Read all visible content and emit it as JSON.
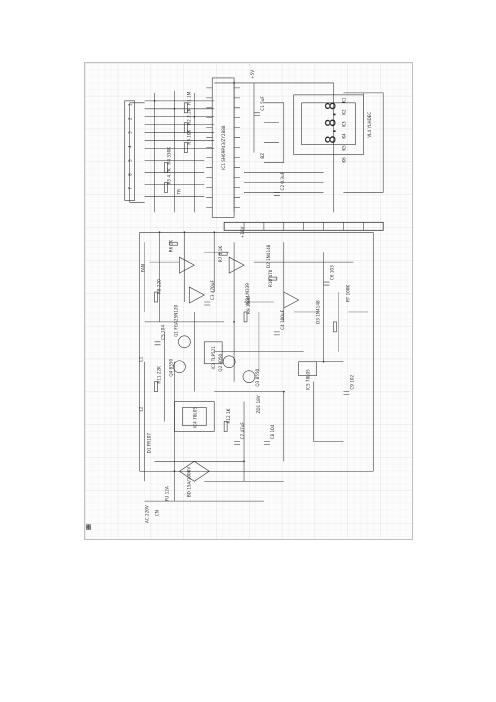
{
  "figure": {
    "label": "图"
  },
  "ic_labels": [
    {
      "id": "ic1",
      "text": "IC1 SH69P43/ZY2888"
    },
    {
      "id": "ic2",
      "text": "IC2 LM339"
    },
    {
      "id": "ic3",
      "text": "IC3 TLP521"
    },
    {
      "id": "ic4",
      "text": "IC4 78L05"
    },
    {
      "id": "ic5",
      "text": "IC5 78L05"
    }
  ],
  "display_label": "VL4 YLHDEC",
  "transistor_labels": [
    {
      "id": "q1",
      "text": "Q1 FGA25N120"
    },
    {
      "id": "q2",
      "text": "Q2 8050"
    },
    {
      "id": "q3",
      "text": "Q3 8550"
    },
    {
      "id": "q4",
      "text": "Q4 8550"
    }
  ],
  "component_labels": [
    {
      "id": "r1",
      "text": "R1 1M"
    },
    {
      "id": "r2",
      "text": "R2 2.2K"
    },
    {
      "id": "r3",
      "text": "R3 10K"
    },
    {
      "id": "r4",
      "text": "R4 330K"
    },
    {
      "id": "r5",
      "text": "R5 4.7K"
    },
    {
      "id": "r6",
      "text": "R6 1K"
    },
    {
      "id": "r7",
      "text": "R7 5.1K"
    },
    {
      "id": "r8",
      "text": "R8 220"
    },
    {
      "id": "r9",
      "text": "R9 100K"
    },
    {
      "id": "r10",
      "text": "R10 470"
    },
    {
      "id": "r11",
      "text": "R11 22K"
    },
    {
      "id": "r12",
      "text": "R12 1K"
    },
    {
      "id": "c1",
      "text": "C1 5uF"
    },
    {
      "id": "c2",
      "text": "C2 0.3uF"
    },
    {
      "id": "c3",
      "text": "C3 470uF"
    },
    {
      "id": "c4",
      "text": "C4 100uF"
    },
    {
      "id": "c5",
      "text": "C5 104"
    },
    {
      "id": "c6",
      "text": "C6 103"
    },
    {
      "id": "c7",
      "text": "C7 47uF"
    },
    {
      "id": "c8",
      "text": "C8 104"
    },
    {
      "id": "c9",
      "text": "C9 102"
    },
    {
      "id": "d1",
      "text": "D1 FR107"
    },
    {
      "id": "d2",
      "text": "D2 1N4148"
    },
    {
      "id": "d3",
      "text": "D3 1N4148"
    },
    {
      "id": "zd1",
      "text": "ZD1 18V"
    },
    {
      "id": "l1",
      "text": "L1"
    },
    {
      "id": "l2",
      "text": "L2"
    },
    {
      "id": "bd",
      "text": "BD 15A/1000V"
    },
    {
      "id": "fu",
      "text": "FU 12A"
    },
    {
      "id": "cn",
      "text": "CN"
    },
    {
      "id": "ac",
      "text": "AC 220V"
    },
    {
      "id": "rt",
      "text": "RT 100K"
    },
    {
      "id": "tr",
      "text": "TR"
    },
    {
      "id": "fan",
      "text": "FAN"
    },
    {
      "id": "bz",
      "text": "BZ"
    },
    {
      "id": "k1",
      "text": "K1"
    },
    {
      "id": "k2",
      "text": "K2"
    },
    {
      "id": "k3",
      "text": "K3"
    },
    {
      "id": "k4",
      "text": "K4"
    },
    {
      "id": "k5",
      "text": "K5"
    },
    {
      "id": "k6",
      "text": "K6"
    },
    {
      "id": "vcc5",
      "text": "+5V"
    },
    {
      "id": "vcc18",
      "text": "+18V"
    }
  ],
  "connector_pins": [
    "1",
    "2",
    "3",
    "4",
    "5",
    "6",
    "7"
  ],
  "display_digits": "8.8.8"
}
